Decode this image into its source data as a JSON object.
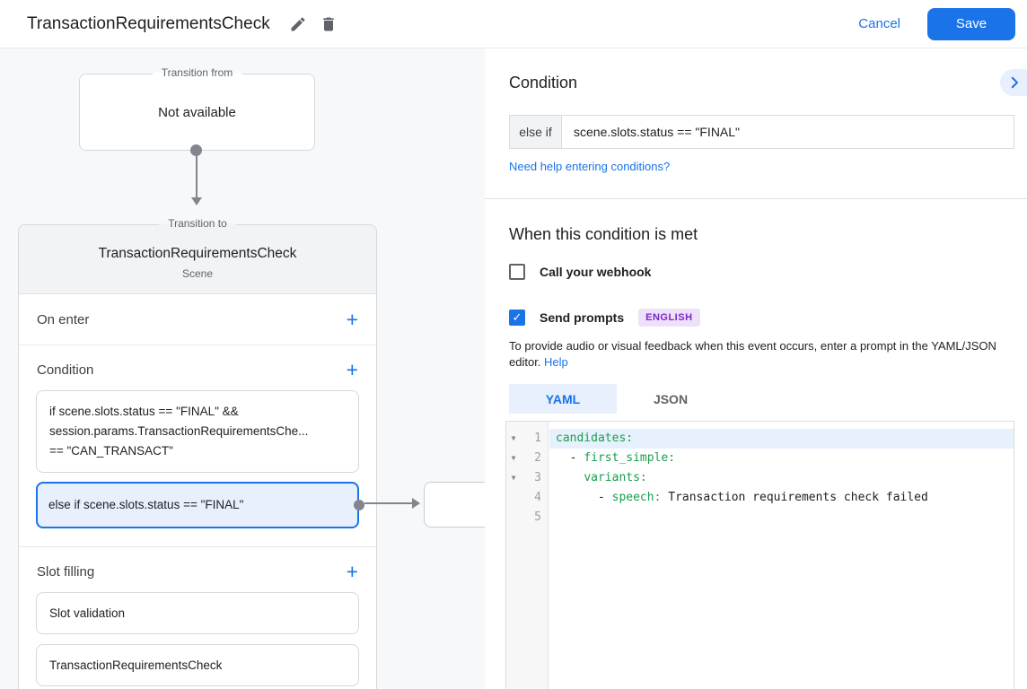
{
  "topbar": {
    "title": "TransactionRequirementsCheck",
    "cancel": "Cancel",
    "save": "Save"
  },
  "icons": {
    "add": "+",
    "check": "✓",
    "fold": "▼"
  },
  "colors": {
    "accent": "#1a73e8",
    "selected_bg": "#e8f0fe",
    "badge_bg": "#ede1fa",
    "badge_text": "#7c25c9",
    "yaml_key": "#189e4c",
    "flow_bg": "#f6f8fa"
  },
  "flow": {
    "transition_from": {
      "label": "Transition from",
      "value": "Not available"
    },
    "transition_to": {
      "label": "Transition to",
      "scene_name": "TransactionRequirementsCheck",
      "scene_type": "Scene",
      "on_enter": {
        "label": "On enter"
      },
      "condition": {
        "label": "Condition",
        "item1_line1": "if scene.slots.status == \"FINAL\" &&",
        "item1_line2": "session.params.TransactionRequirementsChe...",
        "item1_line3": "== \"CAN_TRANSACT\"",
        "item2": "else if scene.slots.status == \"FINAL\""
      },
      "slot_filling": {
        "label": "Slot filling",
        "item1": "Slot validation",
        "item2": "TransactionRequirementsCheck"
      }
    }
  },
  "panel": {
    "heading": "Condition",
    "condition": {
      "prefix": "else if",
      "value": "scene.slots.status == \"FINAL\""
    },
    "help_link": "Need help entering conditions?",
    "when_heading": "When this condition is met",
    "webhook_label": "Call your webhook",
    "prompts_label": "Send prompts",
    "language_badge": "ENGLISH",
    "helper_text": "To provide audio or visual feedback when this event occurs, enter a prompt in the YAML/JSON editor.",
    "helper_link": "Help",
    "tab_yaml": "YAML",
    "tab_json": "JSON",
    "editor": {
      "line_numbers": [
        "1",
        "2",
        "3",
        "4",
        "5"
      ],
      "l1_key": "candidates:",
      "l2_plain": "  - ",
      "l2_key": "first_simple:",
      "l3_plain": "    ",
      "l3_key": "variants:",
      "l4_plain": "      - ",
      "l4_key": "speech:",
      "l4_value": " Transaction requirements check failed"
    }
  }
}
